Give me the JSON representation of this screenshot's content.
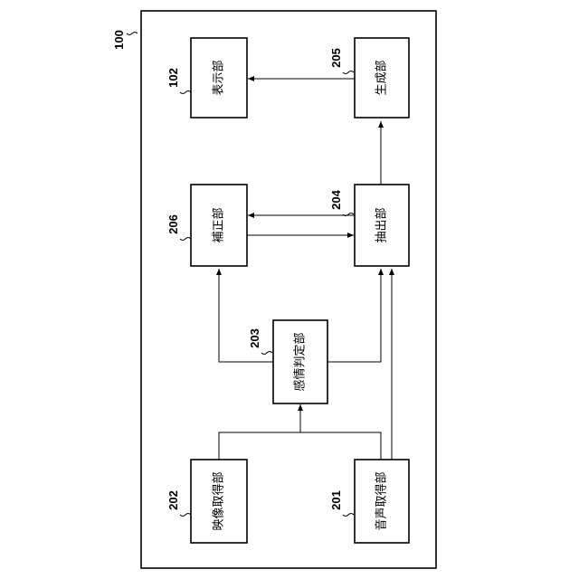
{
  "system": {
    "ref": "100"
  },
  "blocks": {
    "display_unit": {
      "label": "表示部",
      "ref": "102"
    },
    "generation_unit": {
      "label": "生成部",
      "ref": "205"
    },
    "correction_unit": {
      "label": "補正部",
      "ref": "206"
    },
    "extraction_unit": {
      "label": "抽出部",
      "ref": "204"
    },
    "emotion_determination_unit": {
      "label": "感情判定部",
      "ref": "203"
    },
    "video_acquisition_unit": {
      "label": "映像取得部",
      "ref": "202"
    },
    "audio_acquisition_unit": {
      "label": "音声取得部",
      "ref": "201"
    }
  }
}
